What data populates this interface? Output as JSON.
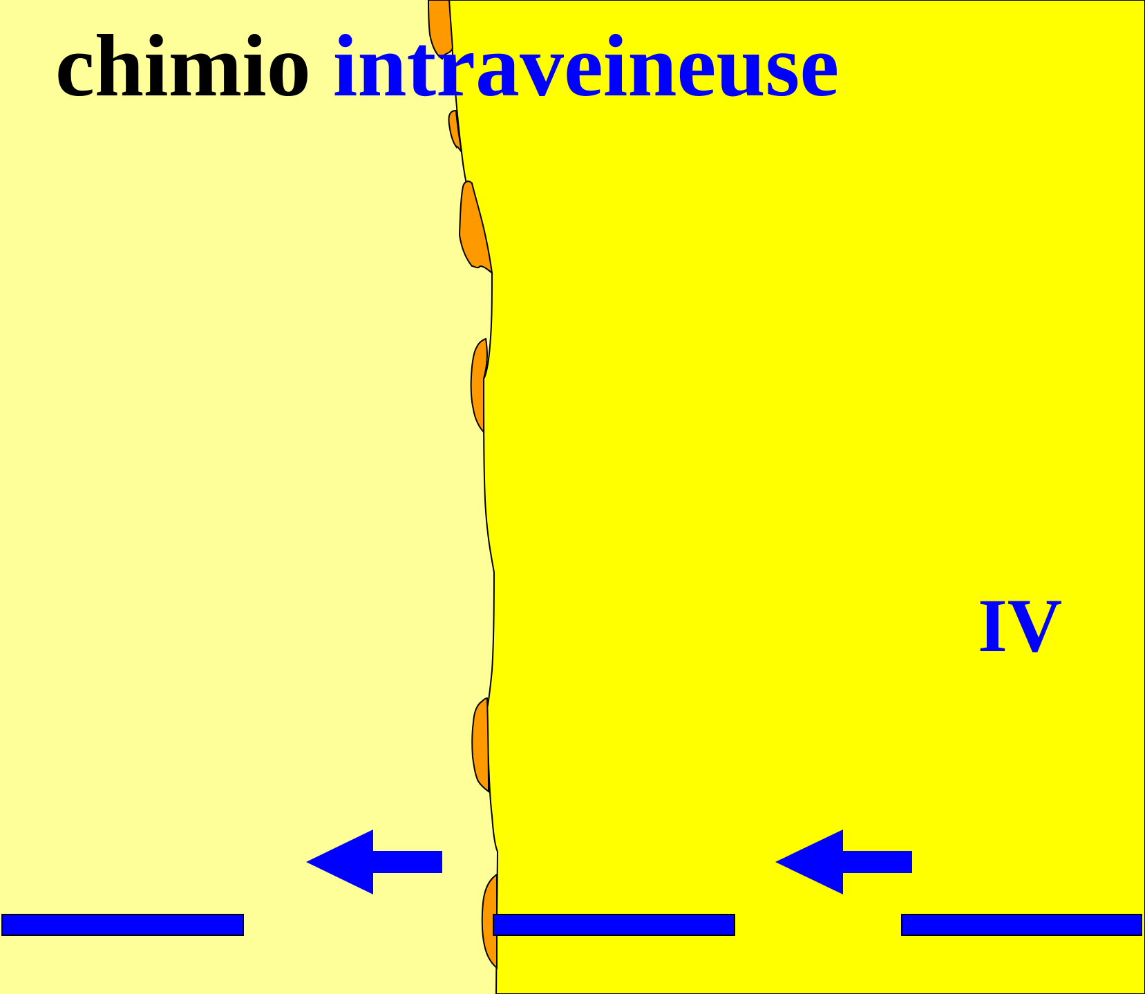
{
  "title": {
    "word1": "chimio",
    "word2": "intraveineuse"
  },
  "label_iv": "IV",
  "colors": {
    "tissue": "#ffff99",
    "vessel": "#ffff00",
    "cells": "#ff9900",
    "arrow": "#0000ff",
    "title_dark": "#000000",
    "title_accent": "#0000ff"
  }
}
